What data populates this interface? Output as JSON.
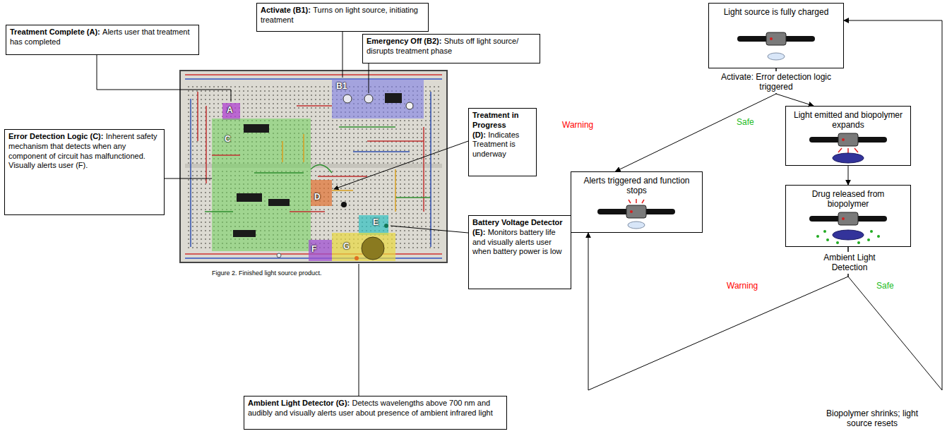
{
  "diagram": {
    "caption": "Figure 2. Finished light source product.",
    "nodes": [
      {
        "text": [
          "Treatment Complete (A):",
          "Alerts user that treatment has completed"
        ]
      },
      {
        "text": [
          "Activate (B1):",
          "Turns on light source, initiating treatment"
        ]
      },
      {
        "text": [
          "Emergency Off (B2):",
          "Shuts off light source/ disrupts treatment phase"
        ]
      },
      {
        "text": [
          "Treatment in Progress (D):",
          "Indicates Treatment is underway"
        ]
      },
      {
        "text": [
          "Error Detection Logic (C):",
          "Inherent safety mechanism that detects when any component of circuit has malfunctioned. Visually alerts user (F)."
        ]
      },
      {
        "text": [
          "Battery Voltage Detector (E):",
          "Monitors battery life and visually alerts user when battery power is low"
        ]
      },
      {
        "text": [
          "Ambient Light Detector (G):",
          "Detects wavelengths above 700 nm and audibly and visually alerts user about presence of ambient infrared light"
        ]
      },
      {
        "text": [
          "Light source is fully charged"
        ]
      },
      {
        "text": [
          "Light emitted and biopolymer expands"
        ]
      },
      {
        "text": [
          "Alerts triggered and function stops"
        ]
      },
      {
        "text": [
          "Drug released from biopolymer"
        ]
      }
    ],
    "edges": [
      {
        "from": 7,
        "to": 9,
        "arrow": "to",
        "label": "Warning"
      },
      {
        "from": 7,
        "to": 8,
        "arrow": "to",
        "label": "Safe"
      },
      {
        "from": 8,
        "to": 10,
        "arrow": "to"
      },
      {
        "from": 10,
        "to": 9,
        "arrow": "to",
        "label": "Warning"
      },
      {
        "from": 10,
        "to": 7,
        "arrow": "to",
        "label": "Safe"
      }
    ],
    "labels": [
      "A",
      "B1",
      "C",
      "D",
      "E",
      "F",
      "G",
      "Activate: Error detection logic triggered",
      "Ambient Light Detection",
      "Biopolymer shrinks; light source resets"
    ]
  }
}
